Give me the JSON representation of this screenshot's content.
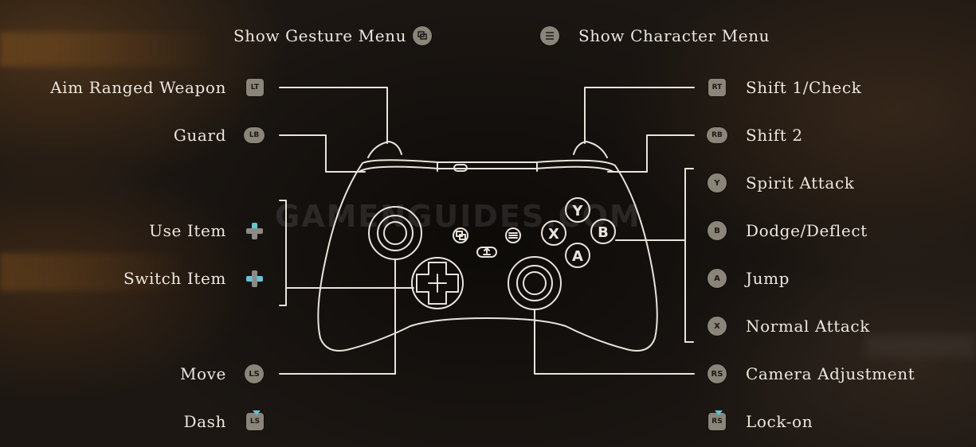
{
  "watermark": "GAMENGUIDES.COM",
  "top": {
    "gesture": {
      "label": "Show Gesture Menu",
      "icon": "view-button-icon"
    },
    "character": {
      "label": "Show Character Menu",
      "icon": "menu-button-icon"
    }
  },
  "left": [
    {
      "label": "Aim Ranged Weapon",
      "key": "LT"
    },
    {
      "label": "Guard",
      "key": "LB"
    },
    {
      "label": "Use Item",
      "key": "dpad-up"
    },
    {
      "label": "Switch Item",
      "key": "dpad-side"
    },
    {
      "label": "Move",
      "key": "LS"
    },
    {
      "label": "Dash",
      "key": "LS"
    }
  ],
  "right": [
    {
      "label": "Shift 1/Check",
      "key": "RT"
    },
    {
      "label": "Shift 2",
      "key": "RB"
    },
    {
      "label": "Spirit Attack",
      "key": "Y"
    },
    {
      "label": "Dodge/Deflect",
      "key": "B"
    },
    {
      "label": "Jump",
      "key": "A"
    },
    {
      "label": "Normal Attack",
      "key": "X"
    },
    {
      "label": "Camera Adjustment",
      "key": "RS"
    },
    {
      "label": "Lock-on",
      "key": "RS"
    }
  ],
  "controller": {
    "face": {
      "y": "Y",
      "b": "B",
      "a": "A",
      "x": "X"
    }
  },
  "colors": {
    "line": "#e8e4dc",
    "accent": "#5cc7d8",
    "iconBg": "#8a8578"
  }
}
